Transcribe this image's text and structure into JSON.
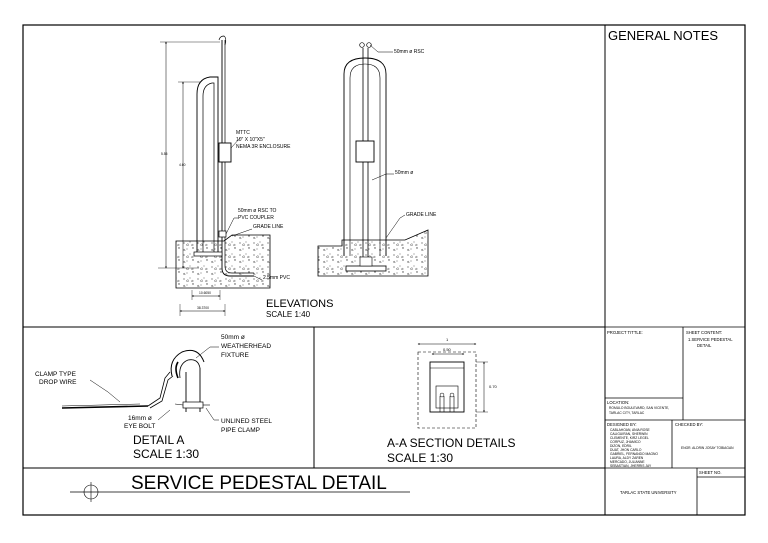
{
  "general_notes": {
    "title": "GENERAL NOTES"
  },
  "elevations": {
    "title": "ELEVATIONS",
    "scale": "SCALE  1:40",
    "labels": {
      "rsc_top": "50mm ø RSC",
      "mttc": "MTTC",
      "enclosure_size": "10\" X 10\"X5\"",
      "enclosure_type": "NEMA 3R ENCLOSURE",
      "coupler_1": "50mm ø RSC TO",
      "coupler_2": "PVC COUPLER",
      "grade_line_left": "GRADE LINE",
      "grade_line_right": "GRADE LINE",
      "pvc": "2.5mm PVC",
      "conduit_right": "50mm ø",
      "dim_5550": "5.55",
      "dim_4600": "4.60",
      "dim_upper": "10.6050",
      "dim_lower": "38.3700"
    }
  },
  "detail_a": {
    "title": "DETAIL A",
    "scale": "SCALE 1:30",
    "labels": {
      "weatherhead_1": "50mm ø",
      "weatherhead_2": "WEATHERHEAD",
      "weatherhead_3": "FIXTURE",
      "clamp_1": "CLAMP TYPE",
      "clamp_2": "DROP WIRE",
      "eyebolt_1": "16mm ø",
      "eyebolt_2": "EYE BOLT",
      "pipeclamp_1": "UNLINED STEEL",
      "pipeclamp_2": "PIPE CLAMP"
    }
  },
  "section": {
    "title": "A-A SECTION DETAILS",
    "scale": "SCALE 1:30",
    "dims": {
      "top": "1",
      "width": "0.50",
      "height": "0.70"
    }
  },
  "main_title": "SERVICE PEDESTAL DETAIL",
  "title_block": {
    "project_title_label": "PROJECT TITTLE:",
    "sheet_content_label": "SHEET CONTENT:",
    "sheet_content_1": "1.SERVICE PEDESTAL",
    "sheet_content_2": "DETAIL",
    "location_label": "LOCATION:",
    "location_1": "ROMULO BOULEVARD, SAN VICENTE,",
    "location_2": "TARLAC CITY, TARLAC",
    "designed_label": "DESIGNED BY:",
    "designers": [
      "CABLAHOAN, ANIA ROSE",
      "CALIGUIRAN, SHERWIN",
      "CLEMENTE, KIRZ LEGEL",
      "CORPUZ, JHAMICO",
      "DIZON, EDRIL",
      "DUAT, JHON CARLO",
      "GABRIEL, FERNANDO MAGNO",
      "LAURA, ALDY ZAREN",
      "MERCADO, JULIANNE",
      "SEBASTIAN, JHERRIS JAY"
    ],
    "checked_label": "CHECKED BY:",
    "checker": "ENGR. ALDRIN JOSAY TOBIAGAN",
    "sheet_no_label": "SHEET NO.",
    "university": "TARLAC STATE UNIVERSITY"
  }
}
